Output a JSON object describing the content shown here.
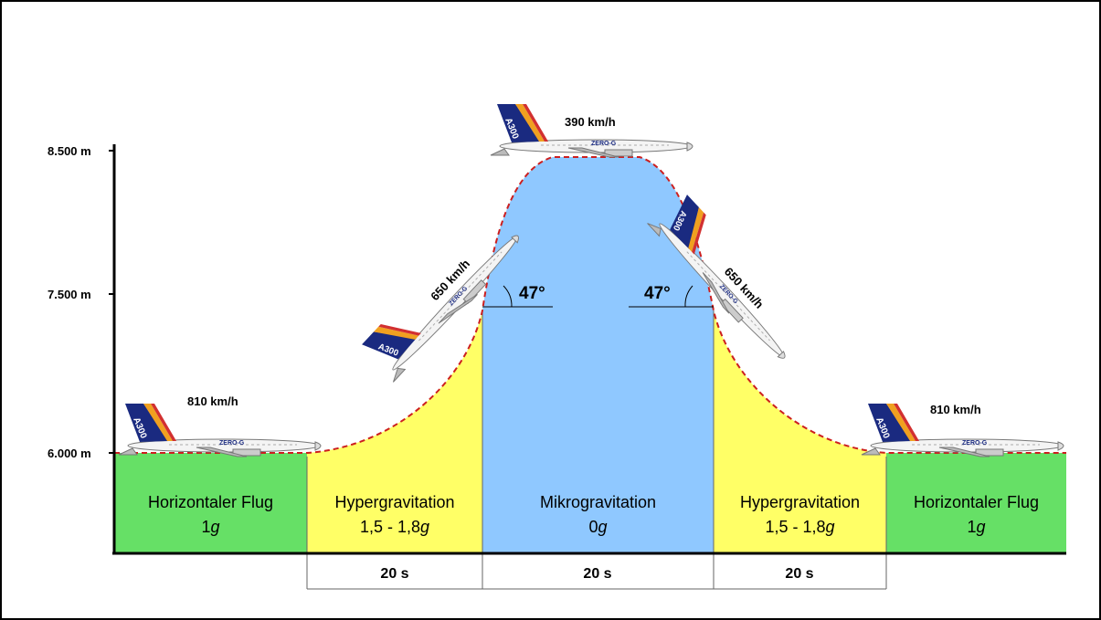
{
  "axis": {
    "y_labels": [
      "8.500 m",
      "7.500 m",
      "6.000 m"
    ]
  },
  "speeds": {
    "left_level": "810 km/h",
    "climb": "650 km/h",
    "top": "390 km/h",
    "descent": "650 km/h",
    "right_level": "810 km/h"
  },
  "angles": {
    "climb": "47°",
    "descent": "47°"
  },
  "zones": [
    {
      "name": "Horizontaler Flug",
      "g_value": "1",
      "g_unit": "g",
      "color": "#66e066"
    },
    {
      "name": "Hypergravitation",
      "g_value": "1,5 - 1,8",
      "g_unit": "g",
      "color": "#ffff66"
    },
    {
      "name": "Mikrogravitation",
      "g_value": "0",
      "g_unit": "g",
      "color": "#8fc8ff"
    },
    {
      "name": "Hypergravitation",
      "g_value": "1,5 - 1,8",
      "g_unit": "g",
      "color": "#ffff66"
    },
    {
      "name": "Horizontaler Flug",
      "g_value": "1",
      "g_unit": "g",
      "color": "#66e066"
    }
  ],
  "durations": [
    "20 s",
    "20 s",
    "20 s"
  ],
  "aircraft": {
    "tail_text": "A300",
    "fuselage_text": "ZERO-G"
  },
  "colors": {
    "trajectory": "#cc1f1f",
    "tail_blue": "#1a2a80",
    "tail_orange": "#f0a020"
  }
}
